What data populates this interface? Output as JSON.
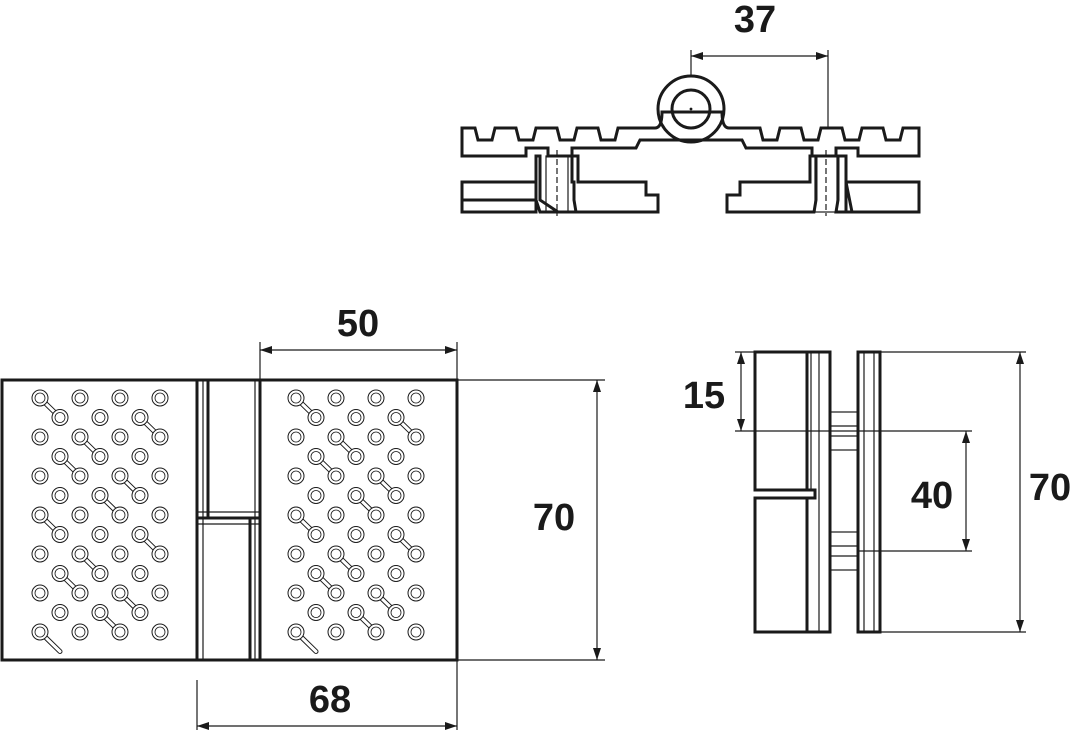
{
  "dimensions": {
    "top_pin_offset": "37",
    "front_plate_width": "50",
    "front_total_width": "68",
    "front_height": "70",
    "side_top_offset": "15",
    "side_hole_spacing": "40",
    "side_height": "70"
  },
  "colors": {
    "line": "#1a1a1a",
    "background": "#ffffff"
  }
}
